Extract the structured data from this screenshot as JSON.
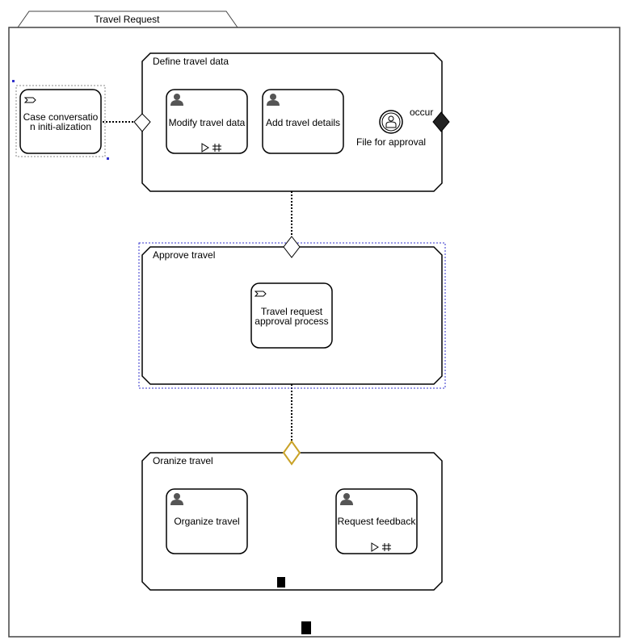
{
  "case": {
    "title": "Travel Request"
  },
  "stages": {
    "define": {
      "label": "Define travel data"
    },
    "approve": {
      "label": "Approve travel"
    },
    "organize": {
      "label": "Oranize travel"
    }
  },
  "tasks": {
    "case_init": {
      "label": "Case conversation initi-alization",
      "type": "process-task"
    },
    "modify": {
      "label": "Modify travel data",
      "type": "human-task",
      "markers": [
        "manual-activation",
        "repetition"
      ]
    },
    "add_details": {
      "label": "Add travel details",
      "type": "human-task"
    },
    "approval_process": {
      "label": "Travel request approval process",
      "type": "process-task"
    },
    "organize_travel": {
      "label": "Organize travel",
      "type": "human-task"
    },
    "request_feedback": {
      "label": "Request feedback",
      "type": "human-task",
      "markers": [
        "manual-activation",
        "repetition"
      ]
    }
  },
  "milestone": {
    "label": "File for approval",
    "trigger": "occur"
  },
  "colors": {
    "stroke": "#000000",
    "selection": "#3333cc",
    "highlight_sentry": "#c9a227",
    "exit_sentry": "#222222"
  }
}
